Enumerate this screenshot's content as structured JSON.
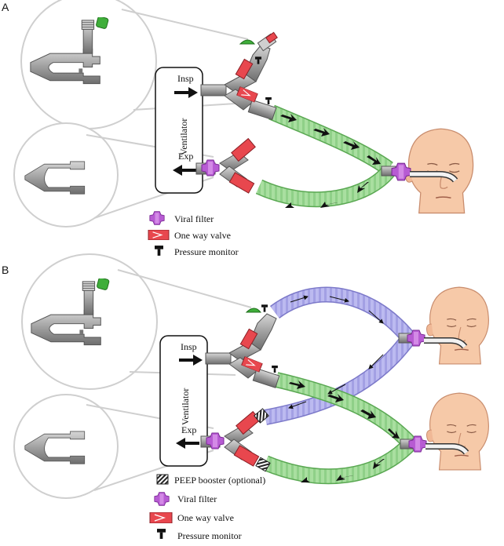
{
  "panels": [
    {
      "letter": "A"
    },
    {
      "letter": "B"
    }
  ],
  "device": {
    "label": "Ventilator",
    "insp": "Insp",
    "exp": "Exp"
  },
  "legend_a": {
    "viral_filter": "Viral filter",
    "one_way_valve": "One way valve",
    "pressure_monitor": "Pressure monitor"
  },
  "legend_b": {
    "peep_booster": "PEEP booster (optional)",
    "viral_filter": "Viral filter",
    "one_way_valve": "One way valve",
    "pressure_monitor": "Pressure monitor"
  },
  "colors": {
    "tube_green": "#a9dfa0",
    "tube_purple": "#b9b7ee",
    "valve_red": "#e8474e",
    "filter_purple": "#b75bd3",
    "cap_green": "#3fae3a",
    "skin": "#f6c9a8",
    "connector_gray": "#9c9c9c"
  }
}
